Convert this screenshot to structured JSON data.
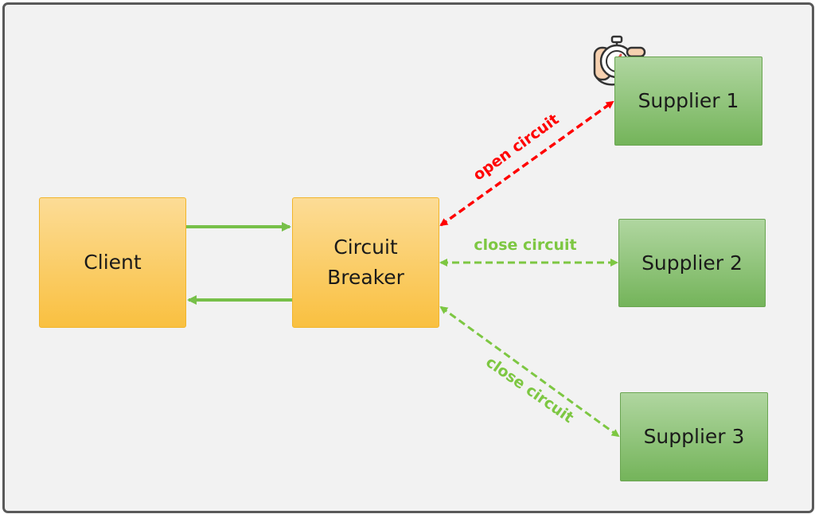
{
  "nodes": {
    "client": "Client",
    "breaker": "Circuit\nBreaker",
    "supplier1": "Supplier 1",
    "supplier2": "Supplier 2",
    "supplier3": "Supplier 3"
  },
  "edges": {
    "s1_label": "open circuit",
    "s2_label": "close circuit",
    "s3_label": "close circuit"
  },
  "icons": {
    "timer": "stopwatch-in-hand-icon"
  },
  "colors": {
    "open": "#ff0000",
    "closed": "#7dc742",
    "solid_arrow": "#77c049",
    "node_orange": "#f9c74f",
    "node_green": "#8cc373"
  }
}
